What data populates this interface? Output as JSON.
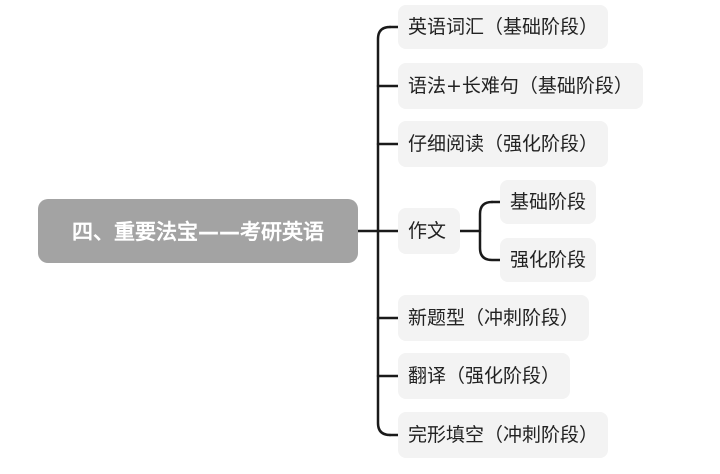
{
  "root": {
    "label": "四、重要法宝——考研英语"
  },
  "branches": [
    {
      "label": "英语词汇（基础阶段）"
    },
    {
      "label": "语法+长难句（基础阶段）"
    },
    {
      "label": "仔细阅读（强化阶段）"
    },
    {
      "label": "作文",
      "children": [
        {
          "label": "基础阶段"
        },
        {
          "label": "强化阶段"
        }
      ]
    },
    {
      "label": "新题型（冲刺阶段）"
    },
    {
      "label": "翻译（强化阶段）"
    },
    {
      "label": "完形填空（冲刺阶段）"
    }
  ],
  "colors": {
    "root_bg": "#a3a3a3",
    "node_bg": "#f3f3f3",
    "line": "#1a1a1a"
  }
}
